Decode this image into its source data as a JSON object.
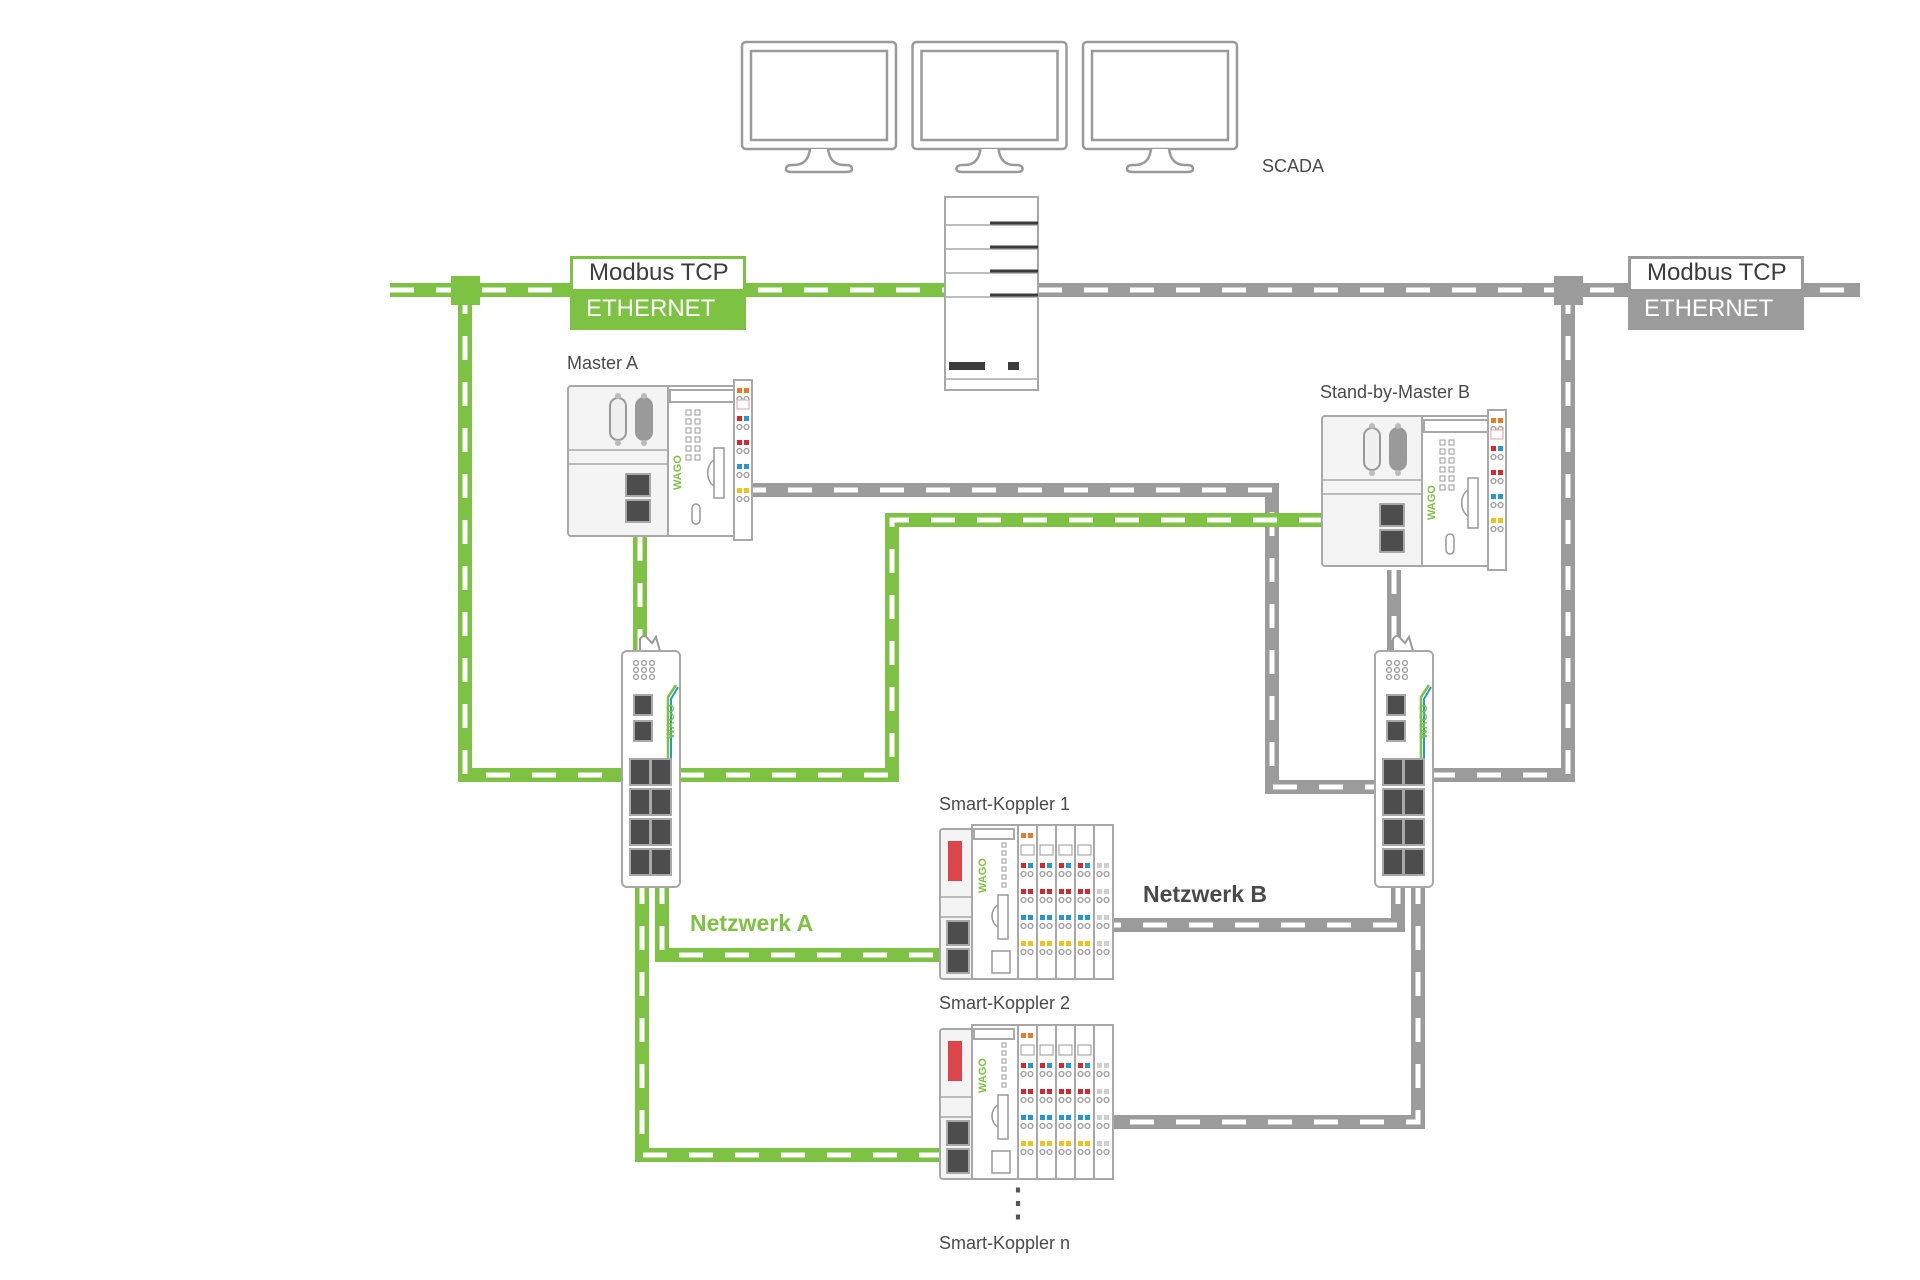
{
  "colors": {
    "network_a": "#7dc242",
    "network_b": "#9b9b9b",
    "text": "#4a4a4a",
    "device_outline": "#a8a8a8",
    "port_dark": "#4d4d4d",
    "led_red": "#d7262c",
    "led_blue": "#2596d6",
    "led_yellow": "#f2c21b",
    "led_orange": "#ec7a22"
  },
  "scada": {
    "label": "SCADA",
    "monitor_count": 3
  },
  "networks": {
    "left_bus": {
      "protocol": "Modbus TCP",
      "medium": "ETHERNET"
    },
    "right_bus": {
      "protocol": "Modbus TCP",
      "medium": "ETHERNET"
    },
    "network_a_label": "Netzwerk A",
    "network_b_label": "Netzwerk B"
  },
  "devices": {
    "master_a": {
      "label": "Master A",
      "logo": "WAGO"
    },
    "master_b": {
      "label": "Stand-by-Master B",
      "logo": "WAGO"
    },
    "switch_a": {
      "logo": "WAGO"
    },
    "switch_b": {
      "logo": "WAGO"
    },
    "coupler_1": {
      "label": "Smart-Koppler 1",
      "logo": "WAGO"
    },
    "coupler_2": {
      "label": "Smart-Koppler 2",
      "logo": "WAGO"
    },
    "coupler_n": {
      "label": "Smart-Koppler n"
    },
    "ellipsis": "⋮"
  }
}
